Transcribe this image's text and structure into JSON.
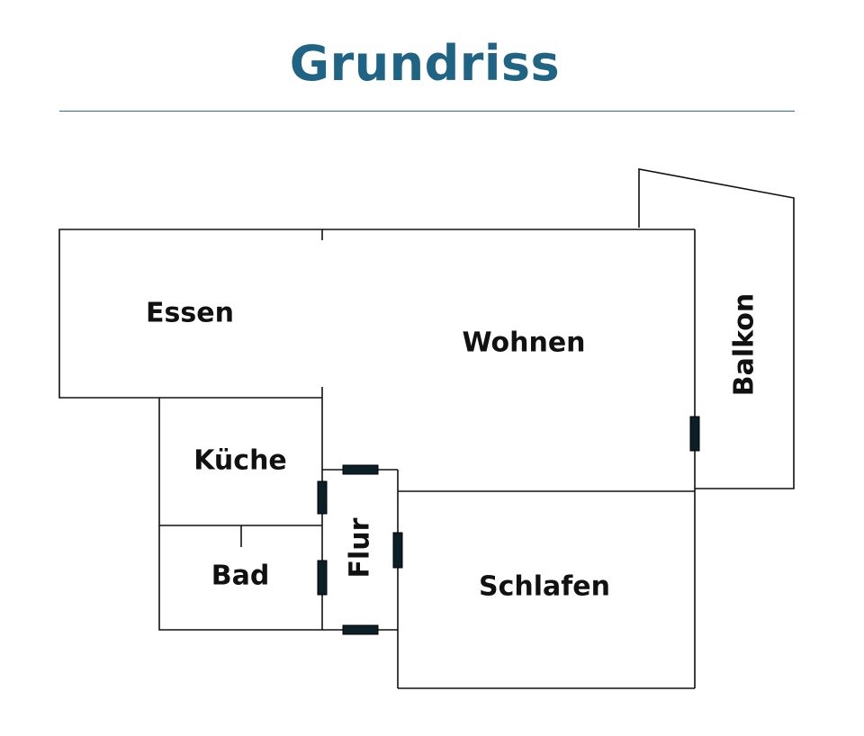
{
  "title": "Grundriss",
  "colors": {
    "title": "#1f6485",
    "rule": "#2a6f8f",
    "walls": "#111111",
    "doors": "#0b1f26"
  },
  "rooms": {
    "essen": "Essen",
    "wohnen": "Wohnen",
    "balkon": "Balkon",
    "kueche": "Küche",
    "bad": "Bad",
    "flur": "Flur",
    "schlafen": "Schlafen"
  }
}
